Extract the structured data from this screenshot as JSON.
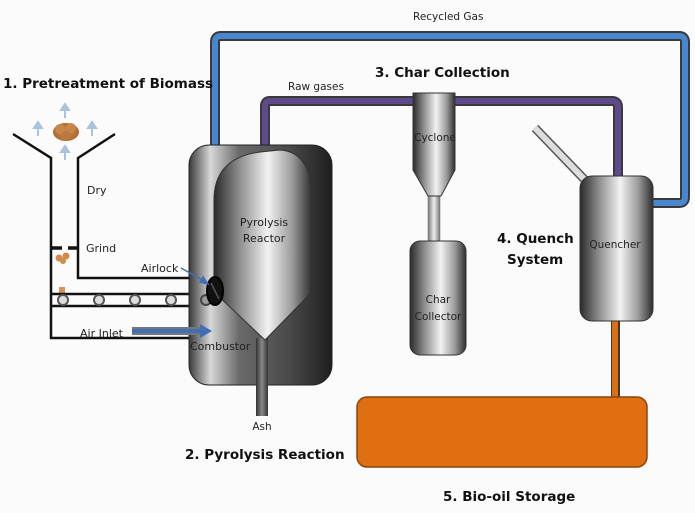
{
  "diagram": {
    "stages": {
      "pretreatment": "1. Pretreatment of Biomass",
      "pyrolysis": "2. Pyrolysis Reaction",
      "char_collection": "3. Char Collection",
      "quench_line1": "4. Quench",
      "quench_line2": "System",
      "storage": "5. Bio-oil Storage"
    },
    "labels": {
      "dry": "Dry",
      "grind": "Grind",
      "airlock": "Airlock",
      "air_inlet": "Air Inlet",
      "combustor": "Combustor",
      "reactor_line1": "Pyrolysis",
      "reactor_line2": "Reactor",
      "ash": "Ash",
      "raw_gases": "Raw gases",
      "recycled_gas": "Recycled Gas",
      "cyclone": "Cyclone",
      "collector_line1": "Char",
      "collector_line2": "Collector",
      "quencher": "Quencher"
    },
    "colors": {
      "recycled_gas_pipe": "#4a86d0",
      "raw_gas_pipe": "#5e4a8c",
      "bio_oil": "#e06f12",
      "air_inlet": "#3f6fb5"
    }
  }
}
